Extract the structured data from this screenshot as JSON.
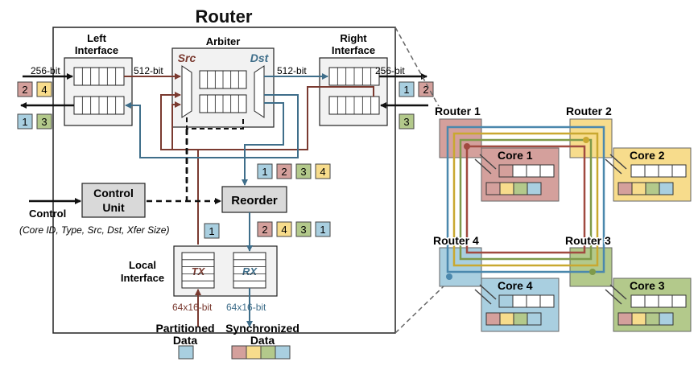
{
  "router": {
    "title": "Router",
    "left_interface": {
      "line1": "Left",
      "line2": "Interface"
    },
    "right_interface": {
      "line1": "Right",
      "line2": "Interface"
    },
    "arbiter": {
      "label": "Arbiter",
      "src": "Src",
      "dst": "Dst"
    },
    "control_unit": {
      "line1": "Control",
      "line2": "Unit"
    },
    "reorder": {
      "label": "Reorder"
    },
    "local_interface": {
      "line1": "Local",
      "line2": "Interface",
      "tx": "TX",
      "rx": "RX"
    }
  },
  "labels": {
    "bw_256_left": "256-bit",
    "bw_512_left": "512-bit",
    "bw_512_right": "512-bit",
    "bw_256_right": "256-bit",
    "bw_64x16_tx": "64x16-bit",
    "bw_64x16_rx": "64x16-bit",
    "control": "Control",
    "control_fields": "(Core ID, Type, Src, Dst, Xfer Size)",
    "partitioned_line1": "Partitioned",
    "partitioned_line2": "Data",
    "synchronized_line1": "Synchronized",
    "synchronized_line2": "Data"
  },
  "badges": {
    "left_in": [
      "2",
      "4"
    ],
    "left_out": [
      "1",
      "3"
    ],
    "right_out": [
      "1",
      "2"
    ],
    "right_in": [
      "3"
    ],
    "reorder_in": [
      "1",
      "2",
      "3",
      "4"
    ],
    "reorder_out": [
      "2",
      "4",
      "3",
      "1"
    ],
    "control_unit": [
      "1"
    ]
  },
  "network": {
    "routers": [
      "Router 1",
      "Router 2",
      "Router 3",
      "Router 4"
    ],
    "cores": [
      "Core 1",
      "Core 2",
      "Core 3",
      "Core 4"
    ]
  },
  "colors": {
    "core1": "#d4a09c",
    "core2": "#f7dc8c",
    "core3": "#b3c98b",
    "core4": "#a9cfe0",
    "tx_line": "#7a3a30",
    "rx_line": "#3f6e8a",
    "ring_red": "#a04a40",
    "ring_yellow": "#c9a830",
    "ring_green": "#7f9a4a",
    "ring_blue": "#4b88ad"
  }
}
